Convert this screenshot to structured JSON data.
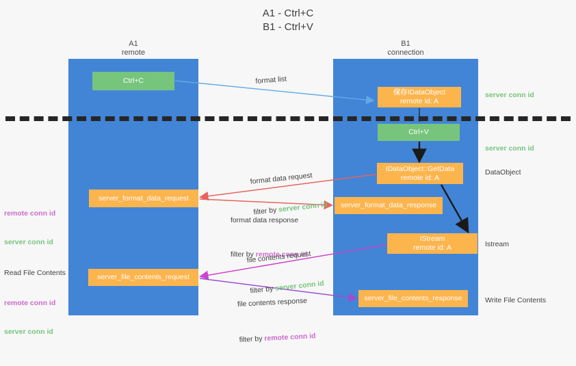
{
  "title": "A1 - Ctrl+C\nB1 - Ctrl+V",
  "lanes": [
    {
      "name": "A1",
      "sub": "remote",
      "header": "A1\nremote",
      "color": "#4285d6"
    },
    {
      "name": "B1",
      "sub": "connection",
      "header": "B1\nconnection",
      "color": "#4285d6"
    }
  ],
  "colors": {
    "lane": "#4285d6",
    "green_box": "#77c47d",
    "orange_box": "#fcb44d",
    "server_conn_id": "#76c47c",
    "remote_conn_id": "#cc6ccc",
    "divider": "#262626",
    "arrow_blue": "#62a9e8",
    "arrow_red": "#e8635c",
    "arrow_magenta": "#cc44cc",
    "arrow_purple": "#9a4fcf",
    "arrow_black": "#1a1a1a",
    "background": "#f7f7f7"
  },
  "nodes": {
    "ctrl_c": "Ctrl+C",
    "save_dataobject": "保存IDataObject\nremote id: A",
    "ctrl_v": "Ctrl+V",
    "getdata": "IDataObject::GetData\nremote id: A",
    "format_data_request": "server_format_data_request",
    "format_data_response": "server_format_data_response",
    "istream": "IStream\nremote id: A",
    "file_contents_request": "server_file_contents_request",
    "file_contents_response": "server_file_contents_response"
  },
  "edge_labels": {
    "format_list": "format list",
    "format_data_request": "format data request",
    "format_data_request_filter_prefix": "filter by ",
    "format_data_request_filter_value": "server conn id",
    "format_data_response": "format data response",
    "format_data_response_filter_prefix": "filter by ",
    "format_data_response_filter_value": "remote conn id",
    "file_contents_request": "file contents request",
    "file_contents_request_filter_prefix": "filter by ",
    "file_contents_request_filter_value": "server conn id",
    "file_contents_response": "file contents response",
    "file_contents_response_filter_prefix": "filter by ",
    "file_contents_response_filter_value": "remote conn id"
  },
  "side_labels": {
    "left_remote_conn_id_1": "remote conn id",
    "left_server_conn_id_1": "server conn id",
    "read_file_contents": "Read File Contents",
    "left_remote_conn_id_2": "remote conn id",
    "left_server_conn_id_2": "server conn id",
    "right_server_conn_id_1": "server conn id",
    "right_server_conn_id_2": "server conn id",
    "dataobject": "DataObject",
    "istream": "Istream",
    "write_file_contents": "Write File Contents"
  }
}
